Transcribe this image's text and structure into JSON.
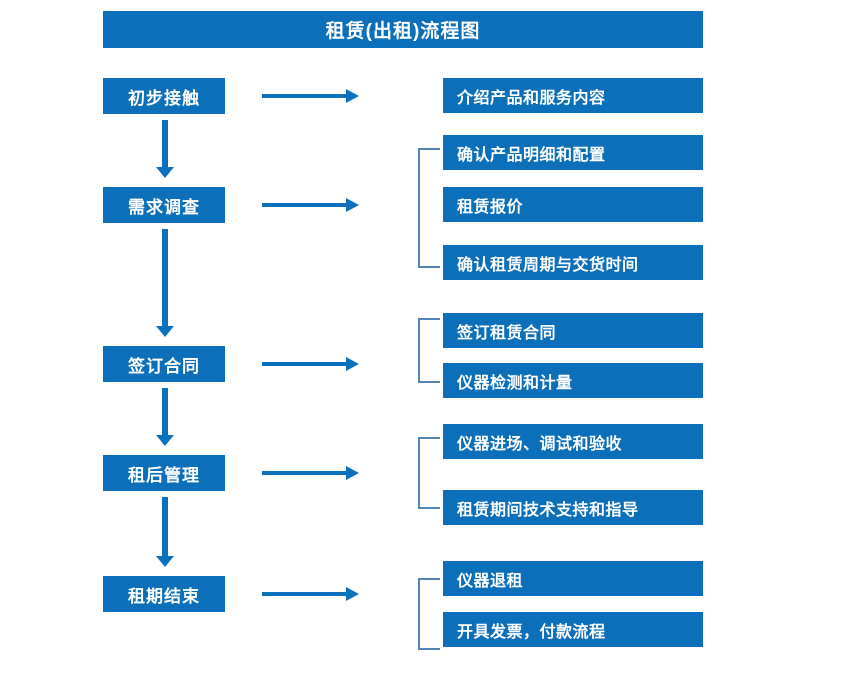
{
  "title": {
    "text": "租赁(出租)流程图"
  },
  "colors": {
    "box_blue": "#0b6fba",
    "arrow_blue": "#0c71bd",
    "bracket_blue": "#5285b8",
    "box_text": "#ffffff",
    "background": "#ffffff"
  },
  "stages": [
    {
      "label": "初步接触"
    },
    {
      "label": "需求调查"
    },
    {
      "label": "签订合同"
    },
    {
      "label": "租后管理"
    },
    {
      "label": "租期结束"
    }
  ],
  "detail_groups": [
    {
      "stage": "初步接触",
      "bracketed": false,
      "items": [
        {
          "label": "介绍产品和服务内容"
        }
      ]
    },
    {
      "stage": "需求调查",
      "bracketed": true,
      "items": [
        {
          "label": "确认产品明细和配置"
        },
        {
          "label": "租赁报价"
        },
        {
          "label": "确认租赁周期与交货时间"
        }
      ]
    },
    {
      "stage": "签订合同",
      "bracketed": true,
      "items": [
        {
          "label": "签订租赁合同"
        },
        {
          "label": "仪器检测和计量"
        }
      ]
    },
    {
      "stage": "租后管理",
      "bracketed": true,
      "items": [
        {
          "label": "仪器进场、调试和验收"
        },
        {
          "label": "租赁期间技术支持和指导"
        }
      ]
    },
    {
      "stage": "租期结束",
      "bracketed": true,
      "items": [
        {
          "label": "仪器退租"
        },
        {
          "label": "开具发票，付款流程"
        }
      ]
    }
  ],
  "connectors": {
    "horizontal_arrow_count": 5,
    "vertical_arrow_count": 4,
    "horizontal_icon": "arrow-right-icon",
    "vertical_icon": "arrow-down-icon"
  }
}
